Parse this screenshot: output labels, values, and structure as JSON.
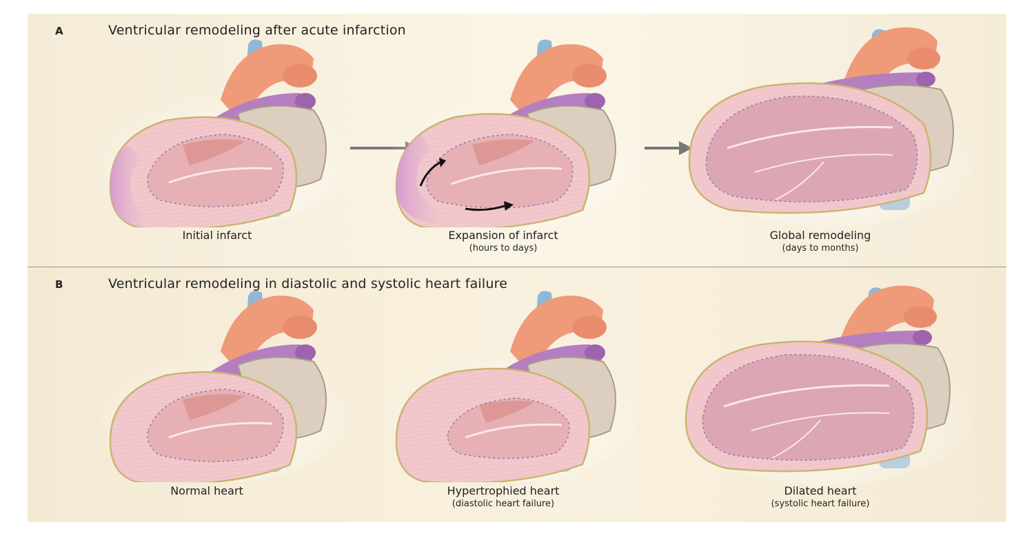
{
  "panels": [
    {
      "letter": "A",
      "title": "Ventricular remodeling after acute infarction",
      "hearts": [
        {
          "caption": "Initial infarct",
          "subcaption": ""
        },
        {
          "caption": "Expansion of infarct",
          "subcaption": "(hours to days)"
        },
        {
          "caption": "Global remodeling",
          "subcaption": "(days to months)"
        }
      ]
    },
    {
      "letter": "B",
      "title": "Ventricular remodeling in diastolic and systolic heart failure",
      "hearts": [
        {
          "caption": "Normal heart",
          "subcaption": ""
        },
        {
          "caption": "Hypertrophied heart",
          "subcaption": "(diastolic heart failure)"
        },
        {
          "caption": "Dilated heart",
          "subcaption": "(systolic heart failure)"
        }
      ]
    }
  ],
  "colors": {
    "aorta": "#ef9a78",
    "pulmonary": "#8fb7d8",
    "vena_cava": "#b8cfe0",
    "pulmonary_vein": "#b47ec0",
    "myocardium": "#f2c8cc",
    "chamber": "#e7b0b5",
    "atrium": "#dccfbf",
    "infarct": "#d79ad0",
    "arrow": "#777777"
  }
}
